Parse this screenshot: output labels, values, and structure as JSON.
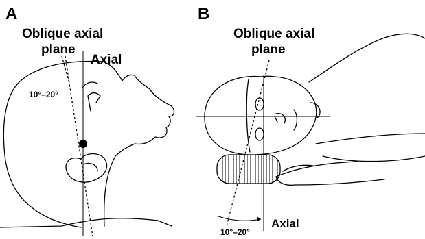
{
  "panel_a": {
    "letter": "A",
    "oblique_label_line1": "Oblique axial",
    "oblique_label_line2": "plane",
    "axial_label": "Axial",
    "angle_label": "10°–20°"
  },
  "panel_b": {
    "letter": "B",
    "oblique_label_line1": "Oblique axial",
    "oblique_label_line2": "plane",
    "axial_label": "Axial",
    "angle_label": "10°–20°"
  }
}
